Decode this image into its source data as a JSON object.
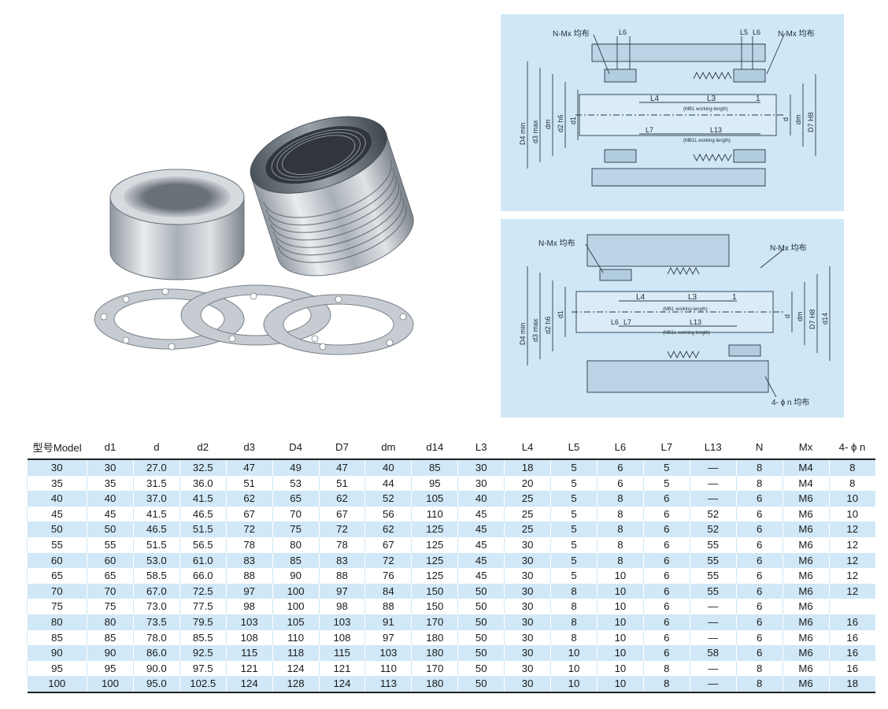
{
  "drawing_top": {
    "label_left": "N-Mx 均布",
    "label_right": "N-Mx 均布",
    "dims_top": [
      "L6",
      "L5",
      "L6"
    ],
    "dims_mid": [
      "L4",
      "L3",
      "1"
    ],
    "note_l3": "(MB1 working length)",
    "dim_l7": "L7",
    "dim_l13": "L13",
    "note_l13": "(MB1L working length)",
    "vert_left": [
      "D4 min",
      "d3 max",
      "dm",
      "d2 h6",
      "d1"
    ],
    "vert_right": [
      "d",
      "dm",
      "D7 H8"
    ]
  },
  "drawing_bottom": {
    "label_left": "N-Mx 均布",
    "label_right": "N-Mx 均布",
    "dims_mid": [
      "L4",
      "L3",
      "1"
    ],
    "note_l3": "(MB1 working length)",
    "dims_low": [
      "L6",
      "L7"
    ],
    "dim_l13": "L13",
    "note_l13": "(MB1L working length)",
    "bottom_label": "4- ϕ n 均布",
    "vert_left": [
      "D4 min",
      "d3 max",
      "d2 h6",
      "d1"
    ],
    "vert_right": [
      "d",
      "dm",
      "D7 H8",
      "d14"
    ]
  },
  "table": {
    "headers": [
      "型号Model",
      "d1",
      "d",
      "d2",
      "d3",
      "D4",
      "D7",
      "dm",
      "d14",
      "L3",
      "L4",
      "L5",
      "L6",
      "L7",
      "L13",
      "N",
      "Mx",
      "4- ϕ n"
    ],
    "rows": [
      [
        "30",
        "30",
        "27.0",
        "32.5",
        "47",
        "49",
        "47",
        "40",
        "85",
        "30",
        "18",
        "5",
        "6",
        "5",
        "—",
        "8",
        "M4",
        "8"
      ],
      [
        "35",
        "35",
        "31.5",
        "36.0",
        "51",
        "53",
        "51",
        "44",
        "95",
        "30",
        "20",
        "5",
        "6",
        "5",
        "—",
        "8",
        "M4",
        "8"
      ],
      [
        "40",
        "40",
        "37.0",
        "41.5",
        "62",
        "65",
        "62",
        "52",
        "105",
        "40",
        "25",
        "5",
        "8",
        "6",
        "—",
        "6",
        "M6",
        "10"
      ],
      [
        "45",
        "45",
        "41.5",
        "46.5",
        "67",
        "70",
        "67",
        "56",
        "110",
        "45",
        "25",
        "5",
        "8",
        "6",
        "52",
        "6",
        "M6",
        "10"
      ],
      [
        "50",
        "50",
        "46.5",
        "51.5",
        "72",
        "75",
        "72",
        "62",
        "125",
        "45",
        "25",
        "5",
        "8",
        "6",
        "52",
        "6",
        "M6",
        "12"
      ],
      [
        "55",
        "55",
        "51.5",
        "56.5",
        "78",
        "80",
        "78",
        "67",
        "125",
        "45",
        "30",
        "5",
        "8",
        "6",
        "55",
        "6",
        "M6",
        "12"
      ],
      [
        "60",
        "60",
        "53.0",
        "61.0",
        "83",
        "85",
        "83",
        "72",
        "125",
        "45",
        "30",
        "5",
        "8",
        "6",
        "55",
        "6",
        "M6",
        "12"
      ],
      [
        "65",
        "65",
        "58.5",
        "66.0",
        "88",
        "90",
        "88",
        "76",
        "125",
        "45",
        "30",
        "5",
        "10",
        "6",
        "55",
        "6",
        "M6",
        "12"
      ],
      [
        "70",
        "70",
        "67.0",
        "72.5",
        "97",
        "100",
        "97",
        "84",
        "150",
        "50",
        "30",
        "8",
        "10",
        "6",
        "55",
        "6",
        "M6",
        "12"
      ],
      [
        "75",
        "75",
        "73.0",
        "77.5",
        "98",
        "100",
        "98",
        "88",
        "150",
        "50",
        "30",
        "8",
        "10",
        "6",
        "—",
        "6",
        "M6",
        ""
      ],
      [
        "80",
        "80",
        "73.5",
        "79.5",
        "103",
        "105",
        "103",
        "91",
        "170",
        "50",
        "30",
        "8",
        "10",
        "6",
        "—",
        "6",
        "M6",
        "16"
      ],
      [
        "85",
        "85",
        "78.0",
        "85.5",
        "108",
        "110",
        "108",
        "97",
        "180",
        "50",
        "30",
        "8",
        "10",
        "6",
        "—",
        "6",
        "M6",
        "16"
      ],
      [
        "90",
        "90",
        "86.0",
        "92.5",
        "115",
        "118",
        "115",
        "103",
        "180",
        "50",
        "30",
        "10",
        "10",
        "6",
        "58",
        "6",
        "M6",
        "16"
      ],
      [
        "95",
        "95",
        "90.0",
        "97.5",
        "121",
        "124",
        "121",
        "110",
        "170",
        "50",
        "30",
        "10",
        "10",
        "8",
        "—",
        "8",
        "M6",
        "16"
      ],
      [
        "100",
        "100",
        "95.0",
        "102.5",
        "124",
        "128",
        "124",
        "113",
        "180",
        "50",
        "30",
        "10",
        "10",
        "8",
        "—",
        "8",
        "M6",
        "18"
      ]
    ]
  },
  "colors": {
    "drawing_bg": "#cfe7f6",
    "row_stripe": "#d0e8f7",
    "rule": "#222222"
  },
  "icons": [
    "metal-bellows-seal-illustration",
    "gasket-ring-illustration"
  ]
}
